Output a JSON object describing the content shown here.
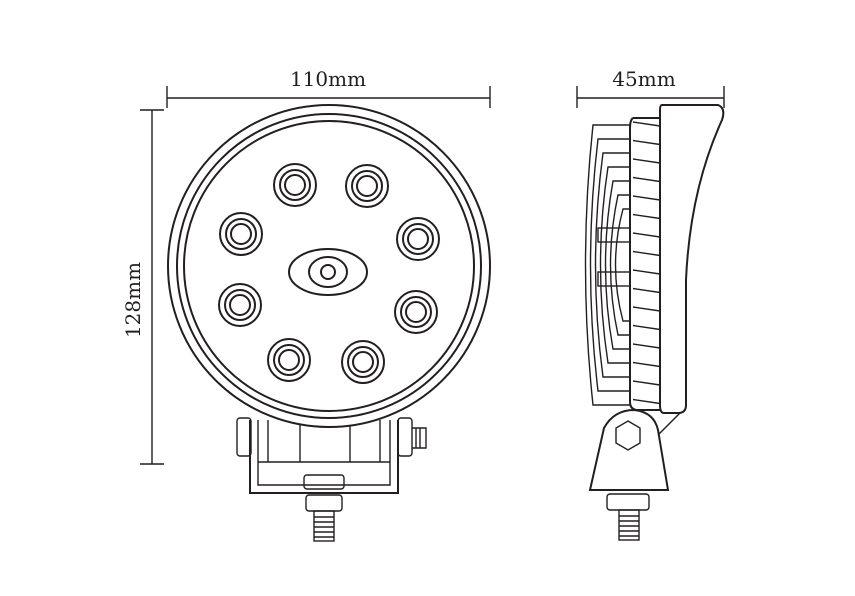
{
  "title": "Round LED work light dimension drawing",
  "dimensions": {
    "width": "110mm",
    "depth": "45mm",
    "height": "128mm"
  },
  "front_view": {
    "led_count": 8
  },
  "colors": {
    "line": "#231f20",
    "background": "#ffffff"
  }
}
